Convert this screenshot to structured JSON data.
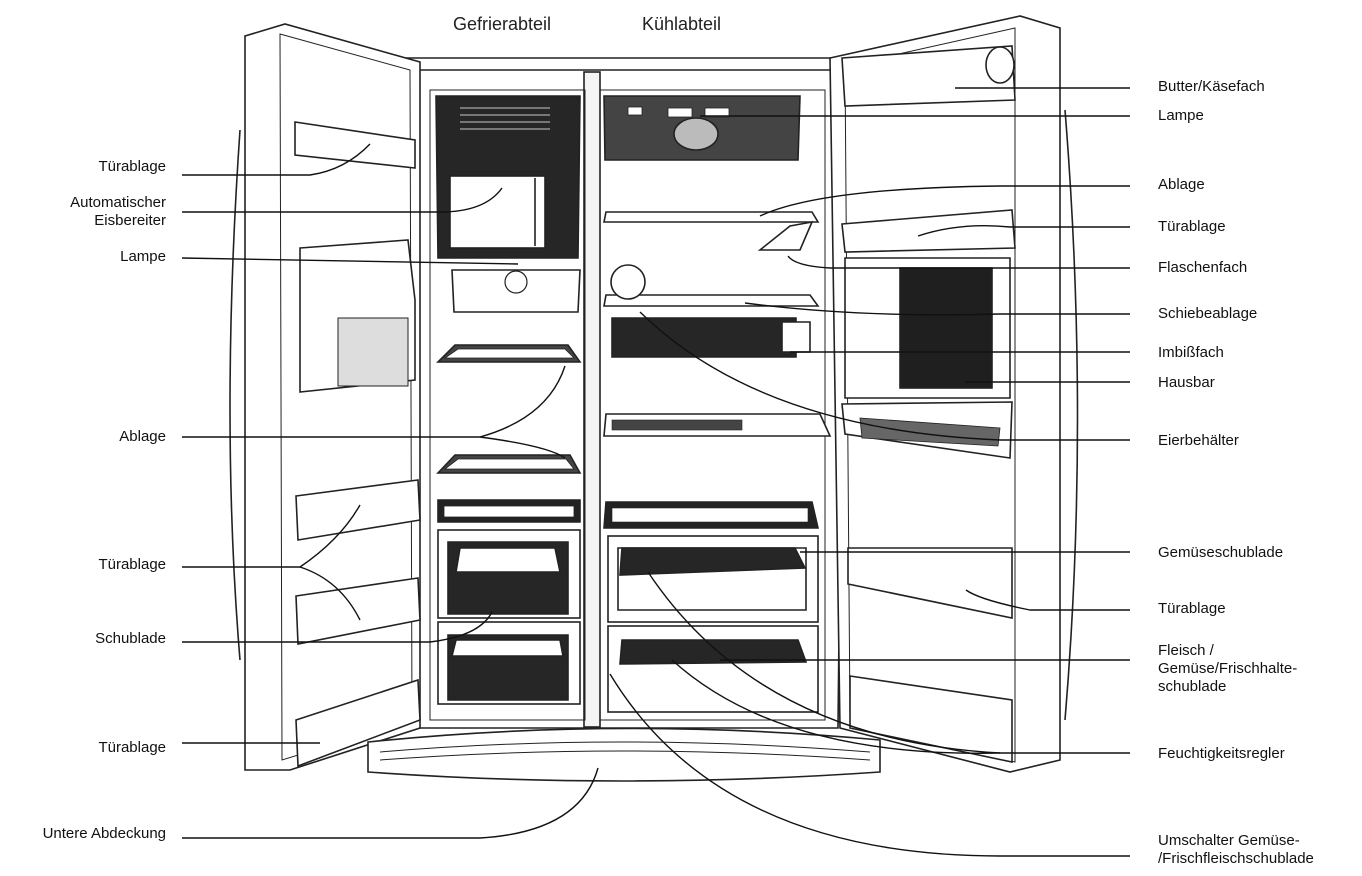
{
  "headers": {
    "freezer": "Gefrierabteil",
    "fridge": "Kühlabteil"
  },
  "labels_left": [
    "Türablage",
    "Automatischer\nEisbereiter",
    "Lampe",
    "Ablage",
    "Türablage",
    "Schublade",
    "Türablage",
    "Untere Abdeckung"
  ],
  "labels_right": [
    "Butter/Käsefach",
    "Lampe",
    "Ablage",
    "Türablage",
    "Flaschenfach",
    "Schiebeablage",
    "Imbißfach",
    "Hausbar",
    "Eierbehälter",
    "Gemüseschublade",
    "Türablage",
    "Fleisch /\nGemüse/Frischhalte-\nschublade",
    "Feuchtigkeitsregler",
    "Umschalter Gemüse-\n/Frischfleischschublade"
  ]
}
